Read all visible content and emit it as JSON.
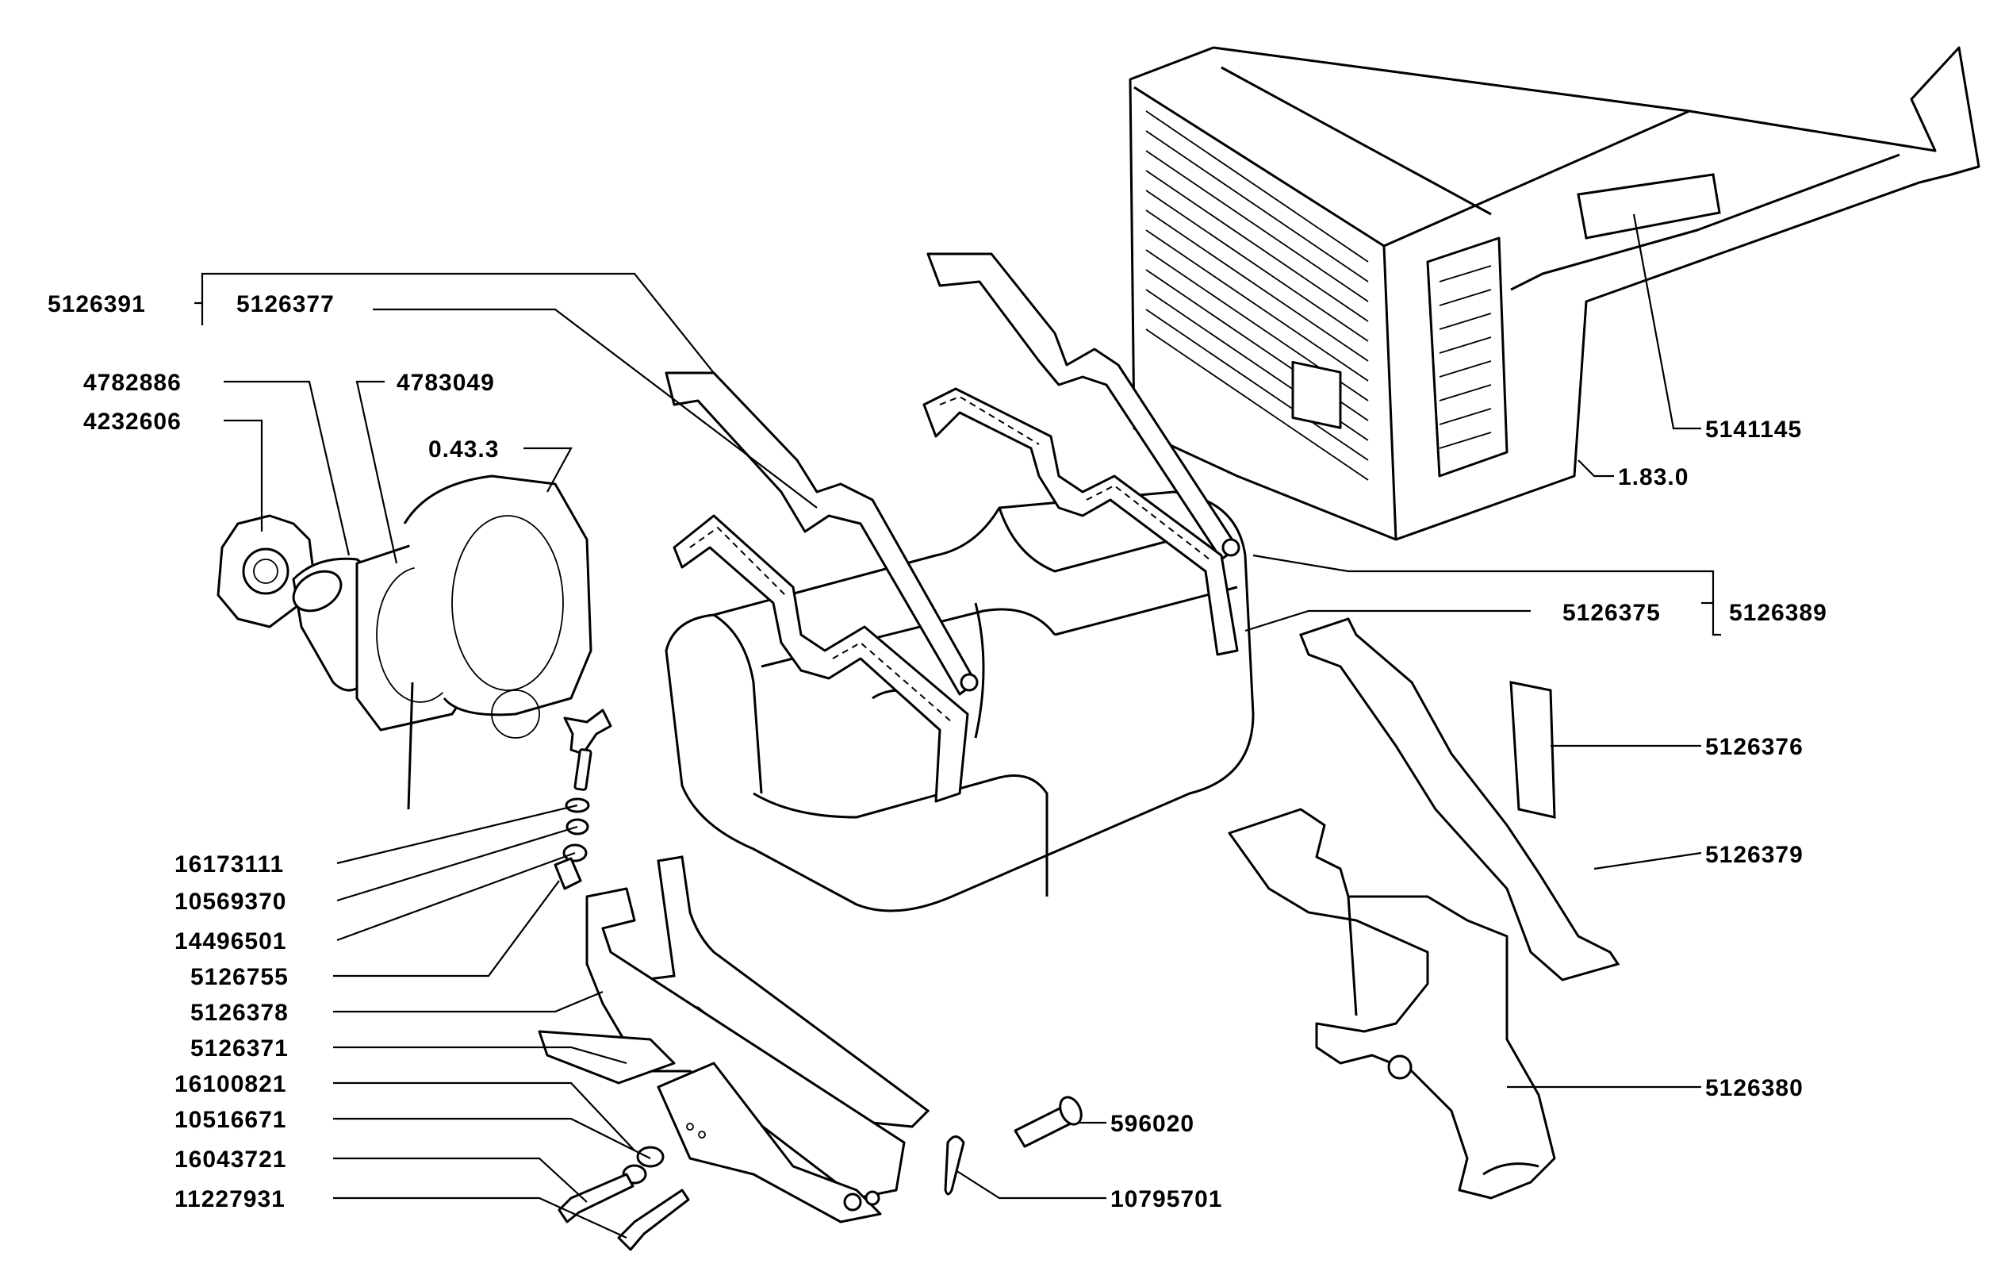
{
  "colors": {
    "ink": "#000000",
    "paper": "#ffffff"
  },
  "labels": {
    "p5126391": "5126391",
    "p5126377": "5126377",
    "p4782886": "4782886",
    "p4783049": "4783049",
    "p4232606": "4232606",
    "p0_43_3": "0.43.3",
    "p5141145": "5141145",
    "p1_83_0": "1.83.0",
    "p5126375": "5126375",
    "p5126389": "5126389",
    "p5126376": "5126376",
    "p5126379": "5126379",
    "p16173111": "16173111",
    "p10569370": "10569370",
    "p14496501": "14496501",
    "p5126755": "5126755",
    "p5126378": "5126378",
    "p5126371": "5126371",
    "p16100821": "16100821",
    "p10516671": "10516671",
    "p16043721": "16043721",
    "p11227931": "11227931",
    "p596020": "596020",
    "p10795701": "10795701",
    "p5126380": "5126380"
  }
}
